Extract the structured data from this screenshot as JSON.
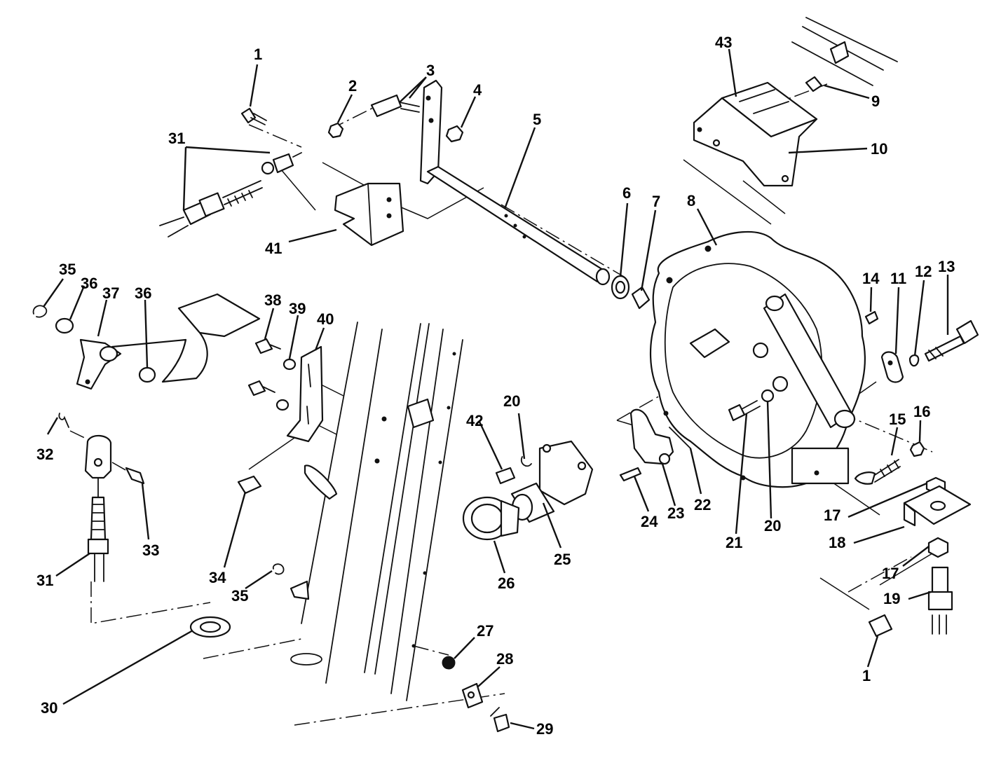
{
  "callouts": [
    {
      "id": "c1-top",
      "text": "1"
    },
    {
      "id": "c2",
      "text": "2"
    },
    {
      "id": "c3",
      "text": "3"
    },
    {
      "id": "c4",
      "text": "4"
    },
    {
      "id": "c5",
      "text": "5"
    },
    {
      "id": "c6",
      "text": "6"
    },
    {
      "id": "c7",
      "text": "7"
    },
    {
      "id": "c8",
      "text": "8"
    },
    {
      "id": "c9",
      "text": "9"
    },
    {
      "id": "c10",
      "text": "10"
    },
    {
      "id": "c11",
      "text": "11"
    },
    {
      "id": "c12",
      "text": "12"
    },
    {
      "id": "c13",
      "text": "13"
    },
    {
      "id": "c14",
      "text": "14"
    },
    {
      "id": "c15",
      "text": "15"
    },
    {
      "id": "c16",
      "text": "16"
    },
    {
      "id": "c17-a",
      "text": "17"
    },
    {
      "id": "c17-b",
      "text": "17"
    },
    {
      "id": "c18",
      "text": "18"
    },
    {
      "id": "c19",
      "text": "19"
    },
    {
      "id": "c1-bottom",
      "text": "1"
    },
    {
      "id": "c20-a",
      "text": "20"
    },
    {
      "id": "c20-b",
      "text": "20"
    },
    {
      "id": "c21",
      "text": "21"
    },
    {
      "id": "c22",
      "text": "22"
    },
    {
      "id": "c23",
      "text": "23"
    },
    {
      "id": "c24",
      "text": "24"
    },
    {
      "id": "c25",
      "text": "25"
    },
    {
      "id": "c26",
      "text": "26"
    },
    {
      "id": "c27",
      "text": "27"
    },
    {
      "id": "c28",
      "text": "28"
    },
    {
      "id": "c29",
      "text": "29"
    },
    {
      "id": "c30",
      "text": "30"
    },
    {
      "id": "c31-top",
      "text": "31"
    },
    {
      "id": "c31-bottom",
      "text": "31"
    },
    {
      "id": "c32",
      "text": "32"
    },
    {
      "id": "c33",
      "text": "33"
    },
    {
      "id": "c34",
      "text": "34"
    },
    {
      "id": "c35-top",
      "text": "35"
    },
    {
      "id": "c35-bottom",
      "text": "35"
    },
    {
      "id": "c36-a",
      "text": "36"
    },
    {
      "id": "c36-b",
      "text": "36"
    },
    {
      "id": "c37",
      "text": "37"
    },
    {
      "id": "c38",
      "text": "38"
    },
    {
      "id": "c39",
      "text": "39"
    },
    {
      "id": "c40",
      "text": "40"
    },
    {
      "id": "c41",
      "text": "41"
    },
    {
      "id": "c42",
      "text": "42"
    },
    {
      "id": "c43",
      "text": "43"
    }
  ]
}
